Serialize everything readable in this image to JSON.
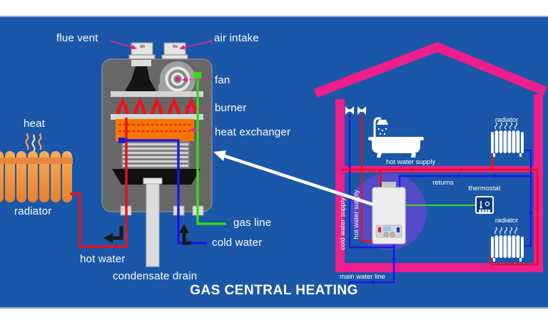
{
  "title": "GAS CENTRAL HEATING",
  "colors": {
    "background": "#1b57a8",
    "accent_pink": "#ee1e8d",
    "pipe_hot_red": "#e8121a",
    "pipe_cold_blue": "#1a18e8",
    "pipe_gas_green": "#30e012",
    "radiator_orange": "#ef9440"
  },
  "boiler": {
    "flue_vent": "flue vent",
    "air_intake": "air intake",
    "fan": "fan",
    "burner": "burner",
    "heat_exchanger": "heat exchanger",
    "gas_line": "gas line",
    "cold_water": "cold water",
    "hot_water": "hot water",
    "condensate_drain": "condensate drain"
  },
  "left_radiator": {
    "heat": "heat",
    "radiator": "radiator"
  },
  "house": {
    "hot_water_supply": "hot water supply",
    "radiator_upper": "radiator",
    "returns": "returns",
    "thermostat": "thermostat",
    "radiator_lower": "radiator",
    "cold_water_supply_vertical": "cold water supply",
    "hot_water_supply_vertical": "hot water supply",
    "main_water_line": "main water line"
  }
}
